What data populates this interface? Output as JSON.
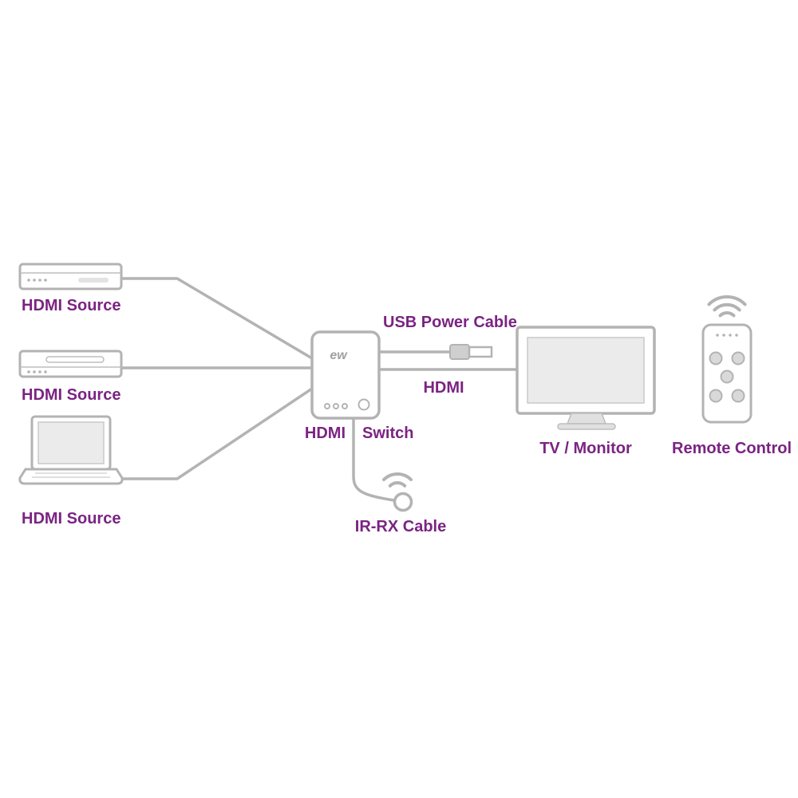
{
  "colors": {
    "accent": "#7b2383",
    "line_gray": "#b3b3b3",
    "device_fill": "#ffffff",
    "screen_fill": "#ebebeb"
  },
  "nodes": {
    "source1": {
      "label": "HDMI Source"
    },
    "source2": {
      "label": "HDMI Source"
    },
    "source3": {
      "label": "HDMI Source"
    },
    "switch": {
      "label_left": "HDMI",
      "label_right": "Switch",
      "brand": "ew"
    },
    "usb": {
      "label": "USB Power Cable"
    },
    "hdmi_cable": {
      "label": "HDMI"
    },
    "tv": {
      "label": "TV / Monitor"
    },
    "remote": {
      "label": "Remote Control"
    },
    "ir": {
      "label": "IR-RX Cable"
    }
  }
}
